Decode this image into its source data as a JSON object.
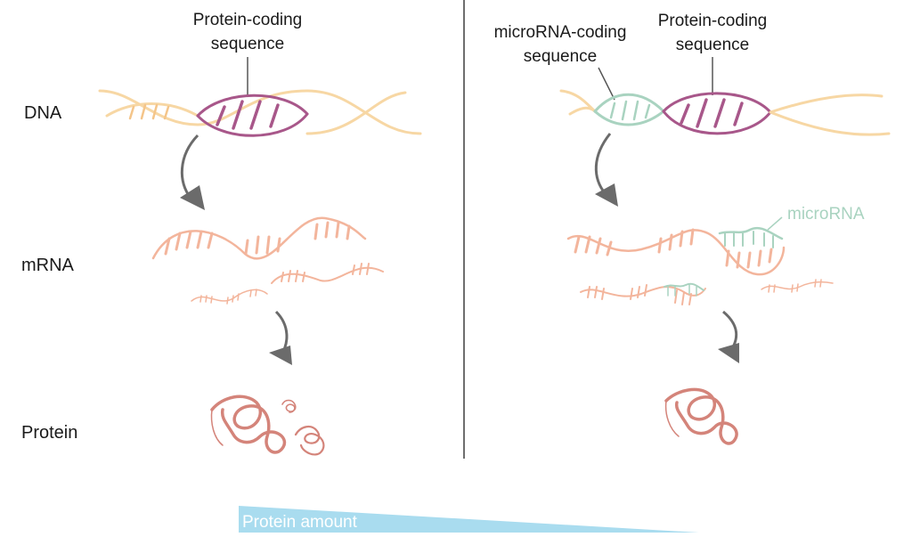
{
  "row_labels": {
    "dna": "DNA",
    "mrna": "mRNA",
    "protein": "Protein"
  },
  "left_panel": {
    "gene_label_line1": "Protein-coding",
    "gene_label_line2": "sequence"
  },
  "right_panel": {
    "mirna_gene_label_line1": "microRNA-coding",
    "mirna_gene_label_line2": "sequence",
    "gene_label_line1": "Protein-coding",
    "gene_label_line2": "sequence",
    "mirna_label": "microRNA"
  },
  "legend": {
    "bar_label": "Protein amount"
  },
  "colors": {
    "dna_backbone": "#f7d7a4",
    "coding_gene": "#a8578a",
    "mirna": "#a9d3c0",
    "mrna": "#f3b59c",
    "protein": "#d4847a",
    "arrow": "#6b6b6b",
    "divider": "#6e6e6e",
    "bar": "#a9dcef"
  }
}
